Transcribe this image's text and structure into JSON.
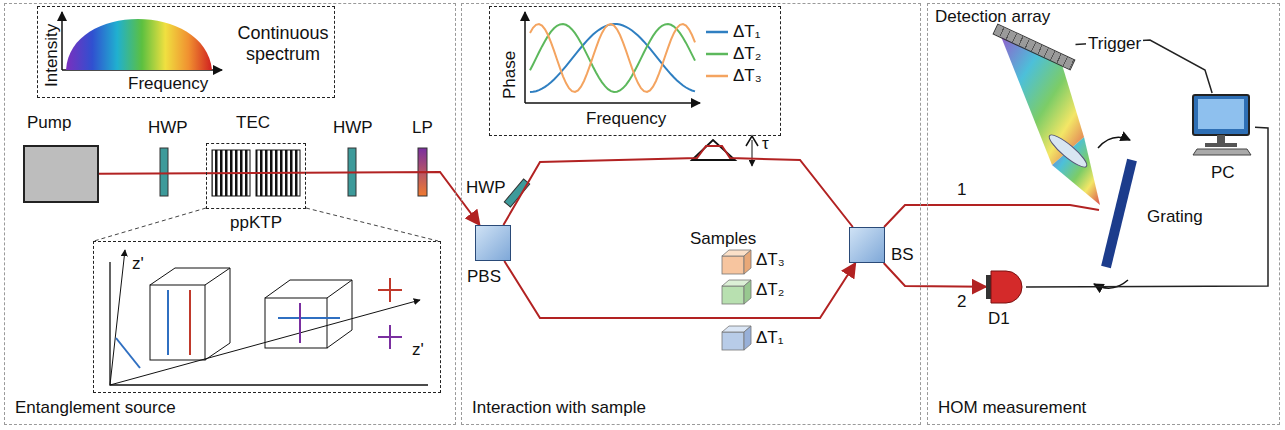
{
  "diagram": {
    "nodes": [
      {
        "text": [
          "Entanglement source"
        ]
      },
      {
        "text": [
          "Continuous spectrum",
          "Intensity",
          "Frequency"
        ],
        "in": 0
      },
      {
        "text": [
          "Pump"
        ],
        "in": 0
      },
      {
        "text": [
          "TEC",
          "ppKTP"
        ],
        "in": 0
      },
      {
        "text": [
          "z'",
          "z'"
        ],
        "in": 0
      },
      {
        "text": [
          "Interaction with sample"
        ]
      },
      {
        "text": [
          "Phase",
          "Frequency"
        ],
        "in": 5
      },
      {
        "text": [
          "PBS"
        ],
        "in": 5
      },
      {
        "text": [
          "BS"
        ],
        "in": 5
      },
      {
        "text": [
          "HOM measurement"
        ]
      },
      {
        "text": [
          "Detection array"
        ],
        "in": 9
      },
      {
        "text": [
          "PC"
        ],
        "in": 9
      },
      {
        "text": [
          "Grating"
        ],
        "in": 9
      },
      {
        "text": [
          "D1"
        ],
        "in": 9
      }
    ],
    "edges": [
      {
        "from": 2,
        "to": 7,
        "arrow": "to"
      },
      {
        "from": 7,
        "to": 8,
        "arrow": "none"
      },
      {
        "from": 7,
        "to": 8,
        "arrow": "to"
      },
      {
        "from": 8,
        "to": 12,
        "label": "1",
        "arrow": "none"
      },
      {
        "from": 8,
        "to": 13,
        "label": "2",
        "arrow": "to"
      },
      {
        "from": 10,
        "to": 11,
        "label": "Trigger",
        "arrow": "none"
      },
      {
        "from": 13,
        "to": 11,
        "arrow": "none"
      }
    ],
    "labels": [
      "HWP",
      "HWP",
      "LP",
      "τ",
      "HWP",
      "Samples",
      "ΔT₃",
      "ΔT₂",
      "ΔT₁"
    ],
    "legend": [
      {
        "text": "ΔT₁"
      },
      {
        "text": "ΔT₂"
      },
      {
        "text": "ΔT₃"
      }
    ]
  }
}
